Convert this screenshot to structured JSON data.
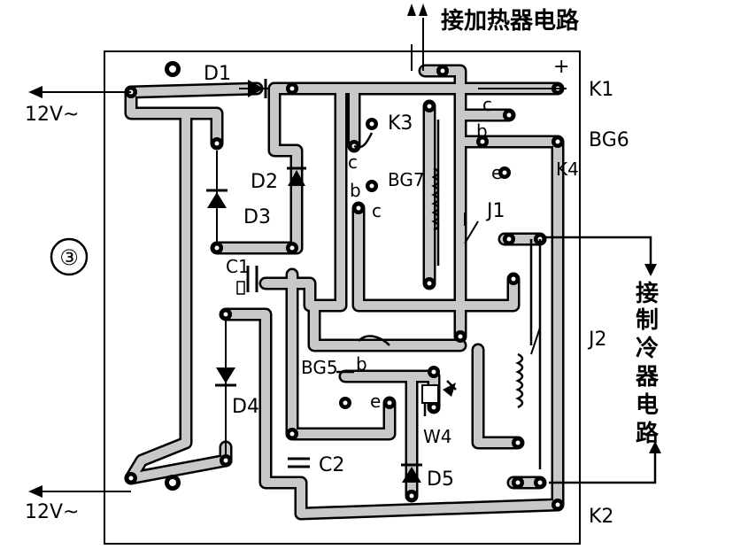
{
  "figure_number": "③",
  "top_label": "接加热器电路",
  "right_label_chars": [
    "接",
    "制",
    "冷",
    "器",
    "电",
    "路"
  ],
  "supply_top": "12V~",
  "supply_bottom": "12V~",
  "labels": {
    "d1": "D1",
    "d2": "D2",
    "d3": "D3",
    "d4": "D4",
    "d5": "D5",
    "c1": "C1",
    "c2": "C2",
    "k1": "K1",
    "k2": "K2",
    "k3": "K3",
    "k4": "K4",
    "bg5": "BG5",
    "bg6": "BG6",
    "bg7": "BG7",
    "j1": "J1",
    "j2": "J2",
    "w4": "W4",
    "plus": "+",
    "pin_c1": "c",
    "pin_b1": "b",
    "pin_c2": "c",
    "pin_b2": "b",
    "pin_c3": "c",
    "pin_e1": "e",
    "pin_b3": "b",
    "pin_e2": "e"
  }
}
